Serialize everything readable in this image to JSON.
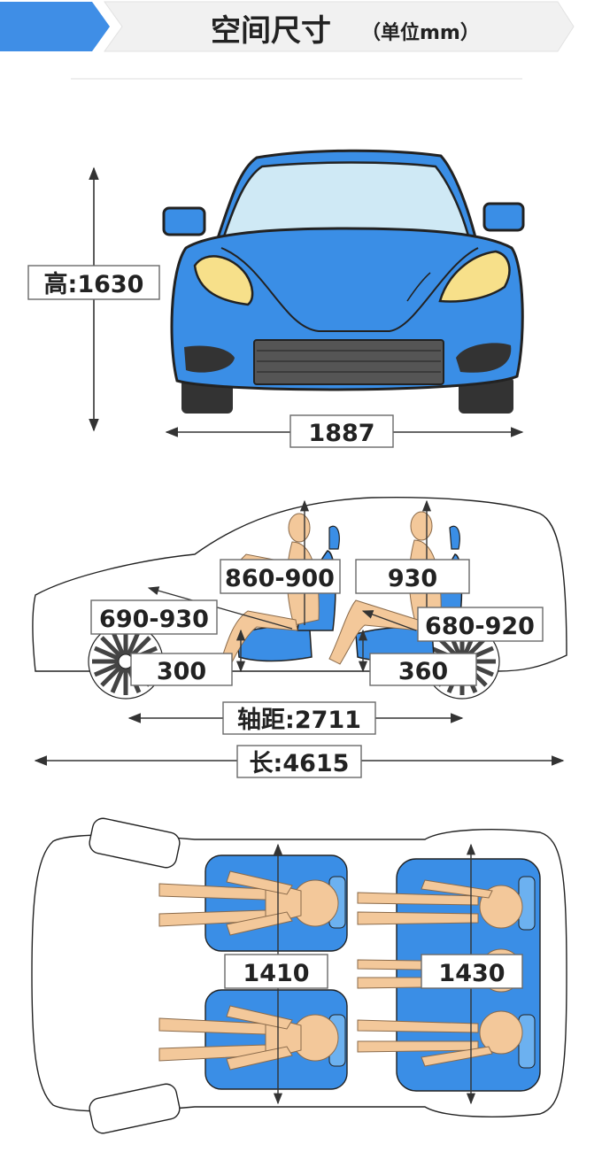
{
  "header": {
    "title": "空间尺寸",
    "unit": "（单位mm）"
  },
  "front_view": {
    "height_label": "高:1630",
    "width_label": "1887"
  },
  "side_view": {
    "front_headroom": "860-900",
    "rear_headroom": "930",
    "front_legroom": "690-930",
    "rear_legroom": "680-920",
    "front_seat_height": "300",
    "rear_seat_height": "360",
    "wheelbase_label": "轴距:2711",
    "length_label": "长:4615"
  },
  "top_view": {
    "front_shoulder": "1410",
    "rear_shoulder": "1430"
  },
  "colors": {
    "accent_blue": "#3f8ee6",
    "car_blue": "#3a8ee6",
    "glass": "#cfe9f5",
    "headlight": "#f7e08a",
    "seat_blue": "#3a8ee6",
    "skin": "#f3c89a"
  }
}
